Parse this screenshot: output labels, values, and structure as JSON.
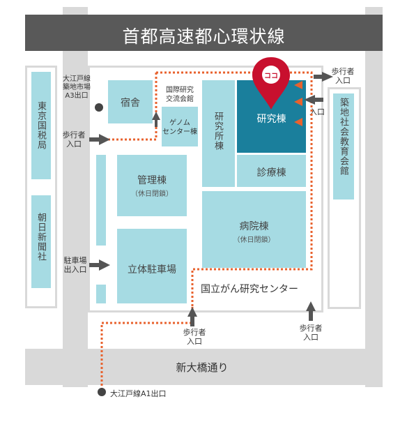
{
  "expressway": "首都高速都心環状線",
  "street": "新大橋通り",
  "center_name": "国立がん研究センター",
  "marker": "ココ",
  "buildings": {
    "kenkyu": "研究棟",
    "shinryo": "診療棟",
    "kenkyusho": "研究所棟",
    "byoin": "病院棟",
    "byoin_note": "（休日閉鎖）",
    "kanri": "管理棟",
    "kanri_note": "（休日閉鎖）",
    "parking": "立体駐車場",
    "dorm": "宿舎",
    "kouryu": "国際研究\n交流会館",
    "genome": "ゲノム\nセンター棟",
    "tax": "東京国税局",
    "asahi": "朝日新聞社",
    "tsukiji_church": "築地社会教育会館"
  },
  "entrances": {
    "top_right": "歩行者\n入口",
    "right": "入口",
    "left": "歩行者\n入口",
    "parking": "駐車場\n出入口",
    "bottom_mid": "歩行者\n入口",
    "bottom_right": "歩行者\n入口"
  },
  "stations": {
    "a3": "大江戸線\n築地市場\nA3出口",
    "a1": "大江戸線A1出口"
  },
  "colors": {
    "route": "#e8622e",
    "marker": "#c8102e",
    "highlight": "#1a7f9c",
    "building": "#a6dbe3",
    "road": "#d9d9d9",
    "banner": "#595959"
  }
}
